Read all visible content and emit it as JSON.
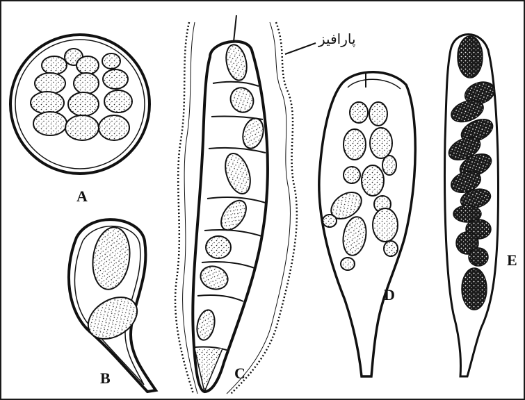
{
  "figure": {
    "labels": {
      "a": "A",
      "b": "B",
      "c": "C",
      "d": "D",
      "e": "E"
    },
    "annotation": "پارافیز"
  }
}
